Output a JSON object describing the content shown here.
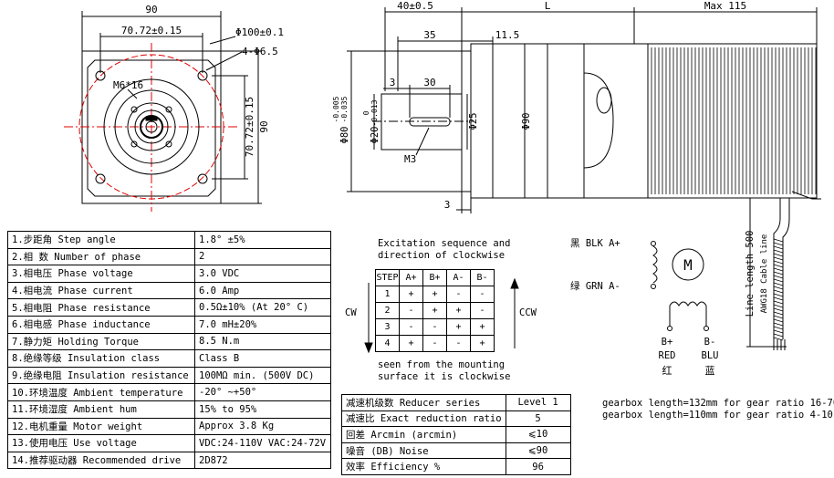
{
  "front_view": {
    "square": "90",
    "width_dim": "70.72±0.15",
    "bolt_circle": "Φ100±0.1",
    "holes": "4-Φ6.5",
    "thread": "M6*16",
    "height_dim": "70.72±0.15",
    "side_square": "90"
  },
  "side_view": {
    "dims": {
      "flange": "40±0.5",
      "length": "L",
      "max": "Max 115",
      "shaft_len": "35",
      "thick": "11.5",
      "gap3": "3",
      "key_len": "30",
      "shaft_dia": "Φ25",
      "body_dia": "Φ90",
      "m3": "M3",
      "bottom3": "3"
    },
    "pilot_dia": {
      "main": "Φ80",
      "tol_upper": "-0.005",
      "tol_lower": "-0.035"
    },
    "key_width": {
      "main": "Φ20",
      "tol_upper": "0",
      "tol_lower": "-0.013"
    },
    "cable": {
      "length": "Line length 500",
      "gauge": "AWG18 Cable line"
    }
  },
  "specs": [
    {
      "label": "1.步距角 Step angle",
      "value": "1.8° ±5%"
    },
    {
      "label": "2.相  数  Number of phase",
      "value": "2"
    },
    {
      "label": "3.相电压 Phase voltage",
      "value": "3.0 VDC"
    },
    {
      "label": "4.相电流 Phase current",
      "value": "6.0 Amp"
    },
    {
      "label": "5.相电阻 Phase resistance",
      "value": "0.5Ω±10% (At 20° C)"
    },
    {
      "label": "6.相电感 Phase inductance",
      "value": "7.0 mH±20%"
    },
    {
      "label": "7.静力矩 Holding Torque",
      "value": "8.5 N.m"
    },
    {
      "label": "8.绝缘等级 Insulation class",
      "value": "Class B"
    },
    {
      "label": "9.绝缘电阻 Insulation resistance",
      "value": "100MΩ min. (500V DC)"
    },
    {
      "label": "10.环境温度 Ambient temperature",
      "value": "-20° ~+50°"
    },
    {
      "label": "11.环境湿度 Ambient hum",
      "value": "15% to 95%"
    },
    {
      "label": "12.电机重量 Motor weight",
      "value": "Approx 3.8 Kg"
    },
    {
      "label": "13.使用电压 Use voltage",
      "value": "VDC:24-110V VAC:24-72V"
    },
    {
      "label": "14.推荐驱动器 Recommended drive",
      "value": "2D872"
    }
  ],
  "excitation": {
    "title_line1": "Excitation sequence and",
    "title_line2": "direction of clockwise",
    "headers": [
      "STEP",
      "A+",
      "B+",
      "A-",
      "B-"
    ],
    "rows": [
      [
        "1",
        "+",
        "+",
        "-",
        "-"
      ],
      [
        "2",
        "-",
        "+",
        "+",
        "-"
      ],
      [
        "3",
        "-",
        "-",
        "+",
        "+"
      ],
      [
        "4",
        "+",
        "-",
        "-",
        "+"
      ]
    ],
    "cw": "CW",
    "ccw": "CCW",
    "note_line1": "seen from the mounting",
    "note_line2": "surface it is clockwise"
  },
  "wiring": {
    "a_plus": "黑 BLK A+",
    "a_minus": "绿 GRN A-",
    "motor": "M",
    "b_plus": "B+",
    "b_minus": "B-",
    "red_en": "RED",
    "red_cn": "红",
    "blu_en": "BLU",
    "blu_cn": "蓝"
  },
  "reducer": [
    {
      "label": "减速机级数 Reducer series",
      "value": "Level 1"
    },
    {
      "label": "减速比 Exact reduction ratio",
      "value": "5"
    },
    {
      "label": "回差 Arcmin (arcmin)",
      "value": "⩽10"
    },
    {
      "label": "噪音 (DB) Noise",
      "value": "⩽90"
    },
    {
      "label": "效率 Efficiency %",
      "value": "96"
    }
  ],
  "gearbox_notes": [
    "gearbox length=132mm for gear ratio 16-70",
    "gearbox length=110mm for gear ratio 4-10"
  ]
}
